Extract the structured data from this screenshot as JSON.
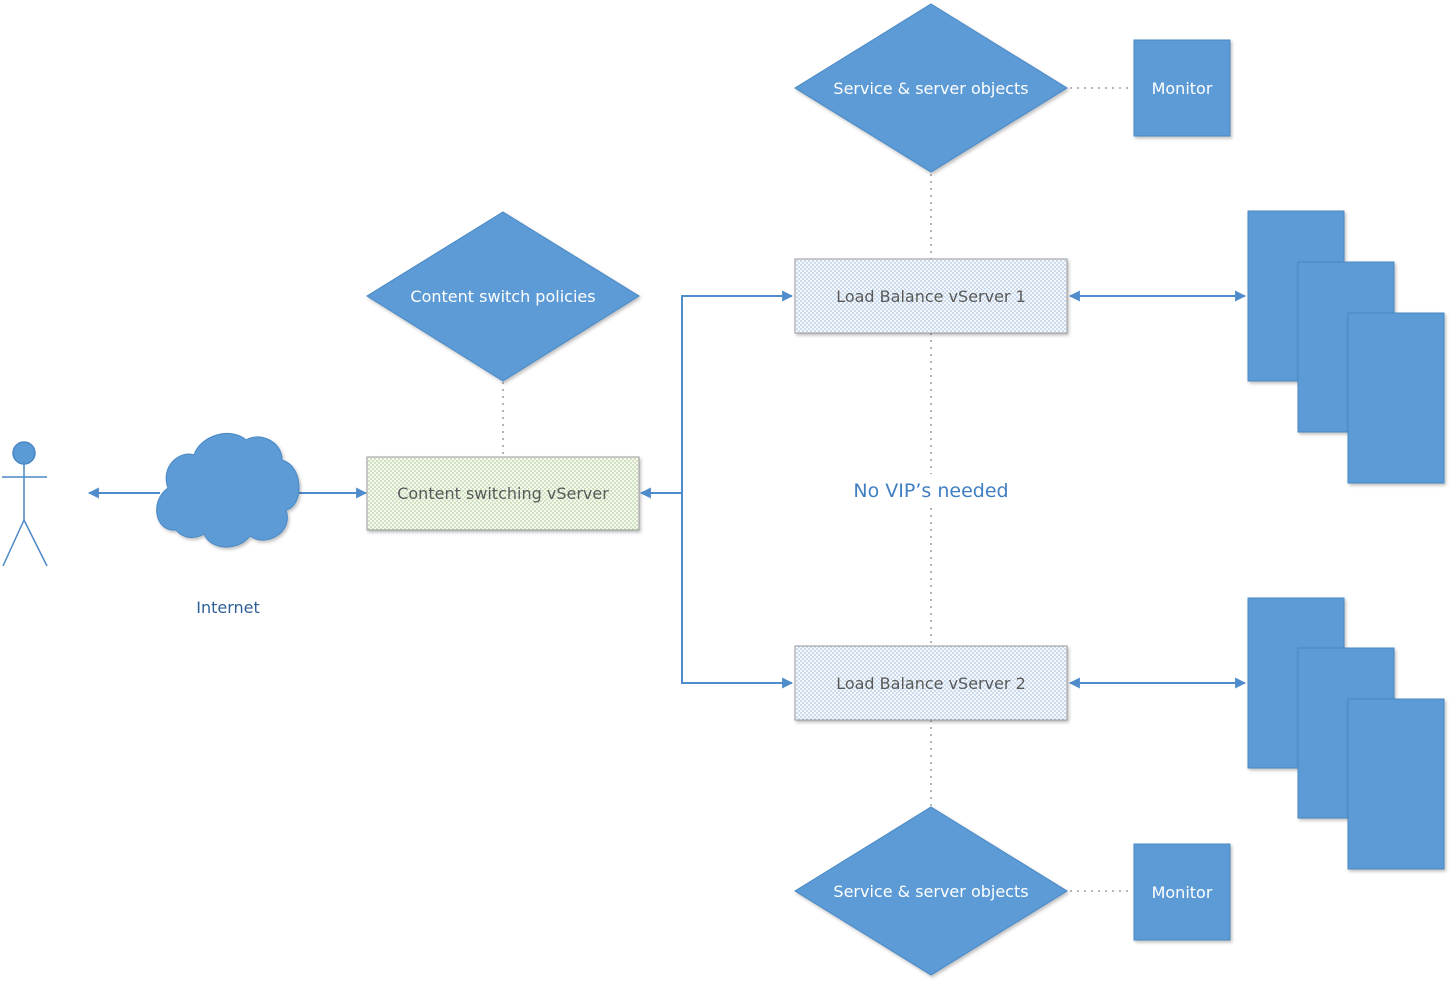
{
  "colors": {
    "shape_fill": "#5b9bd5",
    "shape_stroke": "#4a88c4",
    "connector": "#4f8ccc",
    "dotted_line": "#8c8c8c",
    "lb_box_fill": "#eef3f9",
    "cs_box_fill": "#eef5e6",
    "note": "#3f7fc2"
  },
  "icons": {
    "user": "user-stick-figure-icon",
    "internet": "cloud-icon",
    "server": "server-stack-icon"
  },
  "nodes": {
    "internet_label": "Internet",
    "content_switch_policies": "Content switch policies",
    "content_switching_vserver": "Content switching vServer",
    "lb_vserver_1": "Load Balance vServer 1",
    "lb_vserver_2": "Load Balance vServer 2",
    "service_objects_top": "Service & server objects",
    "service_objects_bottom": "Service & server objects",
    "monitor_top": "Monitor",
    "monitor_bottom": "Monitor"
  },
  "annotations": {
    "no_vip": "No VIP’s needed"
  }
}
